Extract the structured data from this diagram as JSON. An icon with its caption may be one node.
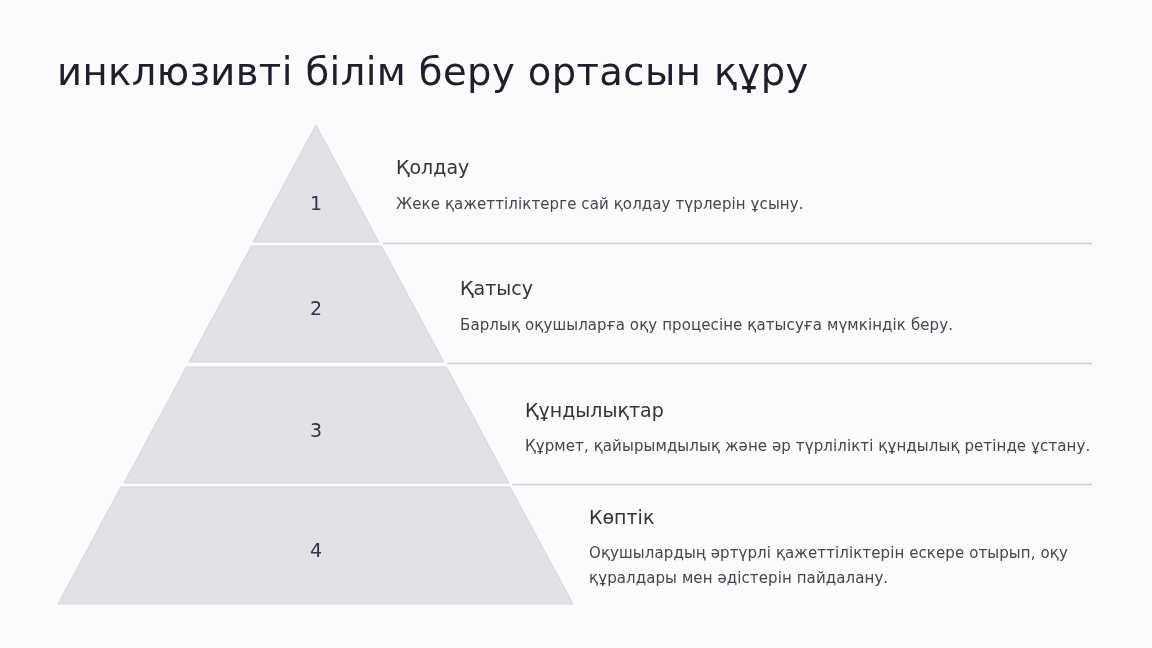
{
  "diagram": {
    "title": "инклюзивті білім беру ортасын құру",
    "nodes": [
      {
        "text": [
          "1"
        ],
        "beside": [
          "Қолдау",
          "Жеке қажеттіліктерге сай қолдау түрлерін ұсыну."
        ]
      },
      {
        "text": [
          "2"
        ],
        "beside": [
          "Қатысу",
          "Барлық оқушыларға оқу процесіне қатысуға мүмкіндік беру."
        ]
      },
      {
        "text": [
          "3"
        ],
        "beside": [
          "Құндылықтар",
          "Құрмет, қайырымдылық және әр түрлілікті құндылық ретінде ұстану."
        ]
      },
      {
        "text": [
          "4"
        ],
        "beside": [
          "Көптік",
          "Оқушылардың әртүрлі қажеттіліктерін ескере отырып, оқу құралдары мен әдістерін пайдалану."
        ]
      }
    ]
  }
}
